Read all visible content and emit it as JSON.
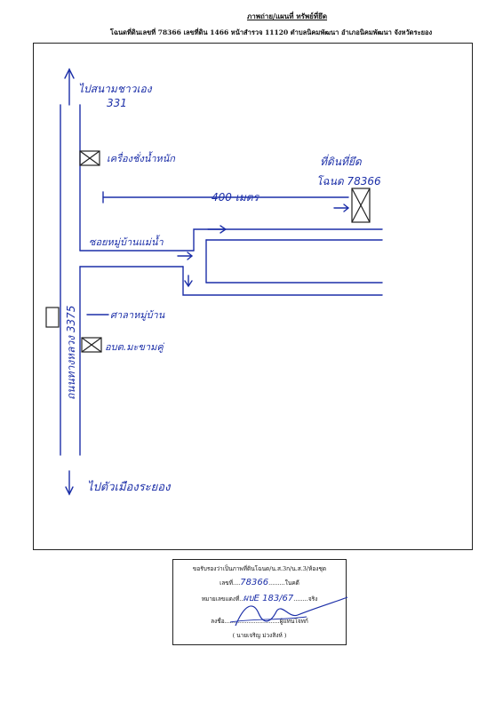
{
  "header": {
    "title": "ภาพถ่าย/แผนที่ ทรัพย์ที่ยึด",
    "subtitle": "โฉนดที่ดินเลขที่ 78366 เลขที่ดิน 1466 หน้าสำรวจ 11120 ตำบลนิคมพัฒนา อำเภอนิคมพัฒนา จังหวัดระยอง"
  },
  "map": {
    "north_label": "ไปสนามชาวเอง",
    "north_number": "331",
    "landmark_1": "เครื่องชั่งน้ำหนัก",
    "distance": "400 เมตร",
    "target_label_1": "ที่ดินที่ยึด",
    "target_label_2": "โฉนด 78366",
    "road_name": "ถนนทางหลวง 3375",
    "side_road": "ซอยหมู่บ้านแม่น้ำ",
    "landmark_2": "ศาลาหมู่บ้าน",
    "landmark_3": "อบต.มะขามคู่",
    "south_label": "ไปตัวเมืองระยอง"
  },
  "certificate": {
    "line1": "ขอรับรองว่าเป็นภาพที่ดินโฉนด/น.ส.3ก/น.ส.3/ห้องชุด",
    "deed_prefix": "เลขที่",
    "deed_number": "78366",
    "deed_suffix": "ในคดี",
    "case_prefix": "หมายเลขแดงที่",
    "case_number": "ผบE 183/67",
    "case_suffix": "จริง",
    "sign_prefix": "ลงชื่อ",
    "sign_suffix": "ผู้แทนโจทก์",
    "signer": "( นายเจริญ ม่วงสิงห์ )"
  }
}
